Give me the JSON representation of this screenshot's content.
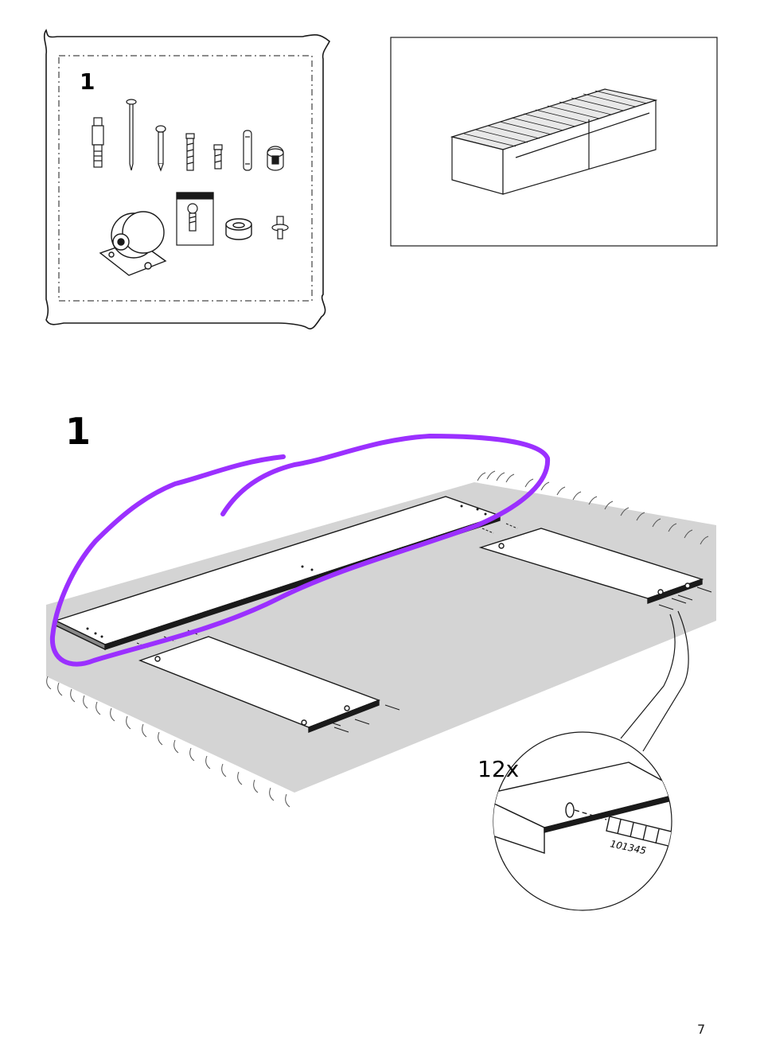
{
  "parts_bag": {
    "bag_number": "1"
  },
  "step": {
    "number": "1"
  },
  "detail": {
    "quantity": "12x",
    "part_number": "101345"
  },
  "page": {
    "number": "7"
  },
  "colors": {
    "floor": "#d4d4d4",
    "line": "#1a1a1a",
    "annotation": "#9b30ff"
  },
  "icons": [
    "bed-icon",
    "castor-wheel-icon",
    "dowel-icon",
    "screw-icon",
    "cam-lock-icon"
  ]
}
